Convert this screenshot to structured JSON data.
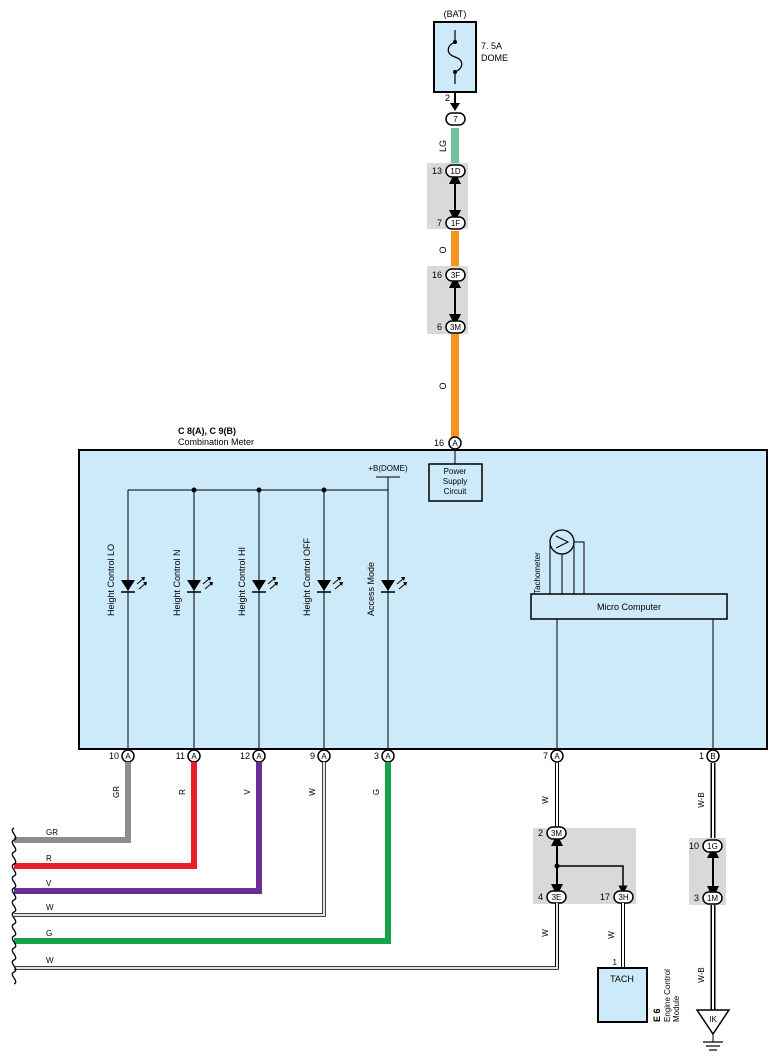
{
  "battery_label": "(BAT)",
  "fuse": {
    "rating": "7. 5A",
    "name": "DOME",
    "pin": "2"
  },
  "top_connectors": [
    {
      "code": "7"
    },
    {
      "code": "1D",
      "pin": "13"
    },
    {
      "code": "1F",
      "pin": "7"
    },
    {
      "code": "3F",
      "pin": "16"
    },
    {
      "code": "3M",
      "pin": "6"
    }
  ],
  "top_wires": {
    "lg": "LG",
    "o1": "O",
    "o2": "O"
  },
  "meter": {
    "id": "C 8(A), C 9(B)",
    "title": "Combination Meter",
    "input_pin": "16",
    "input_conn": "A",
    "bdome": "+B(DOME)",
    "power_supply": [
      "Power",
      "Supply",
      "Circuit"
    ],
    "tachometer": "Tachometer",
    "micro": "Micro Computer"
  },
  "leds": [
    {
      "label": "Height Control LO",
      "pin": "10",
      "conn": "A",
      "wire": "GR",
      "color": "#8c8c8c"
    },
    {
      "label": "Height Control N",
      "pin": "11",
      "conn": "A",
      "wire": "R",
      "color": "#e8202a"
    },
    {
      "label": "Height Control HI",
      "pin": "12",
      "conn": "A",
      "wire": "V",
      "color": "#6b2d91"
    },
    {
      "label": "Height Control OFF",
      "pin": "9",
      "conn": "A",
      "wire": "W",
      "color": "#ffffff"
    },
    {
      "label": "Access Mode",
      "pin": "3",
      "conn": "A",
      "wire": "G",
      "color": "#17a34a"
    }
  ],
  "tach_out": {
    "pin": "7",
    "conn": "A",
    "wire": "W"
  },
  "gnd_out": {
    "pin": "1",
    "conn": "B",
    "wire": "W-B"
  },
  "splice_tach": [
    {
      "code": "3M",
      "pin": "2"
    },
    {
      "code": "3E",
      "pin": "4"
    },
    {
      "code": "3H",
      "pin": "17"
    }
  ],
  "splice_gnd": [
    {
      "code": "1G",
      "pin": "10"
    },
    {
      "code": "1M",
      "pin": "3"
    }
  ],
  "ecm": {
    "terminal": "TACH",
    "pin": "1",
    "id": "E 6",
    "name_line1": "Engine Control",
    "name_line2": "Module"
  },
  "lower_wires": {
    "w1": "W",
    "w2": "W",
    "w3": "W",
    "wb1": "W-B",
    "wb2": "W-B"
  },
  "left_wire_labels": [
    "GR",
    "R",
    "V",
    "W",
    "G",
    "W"
  ],
  "ground": "IK",
  "colors": {
    "meter_fill": "#cdeafa",
    "connector_gray": "#d9d9d9",
    "lg": "#6fc29c",
    "orange": "#f7941d"
  }
}
